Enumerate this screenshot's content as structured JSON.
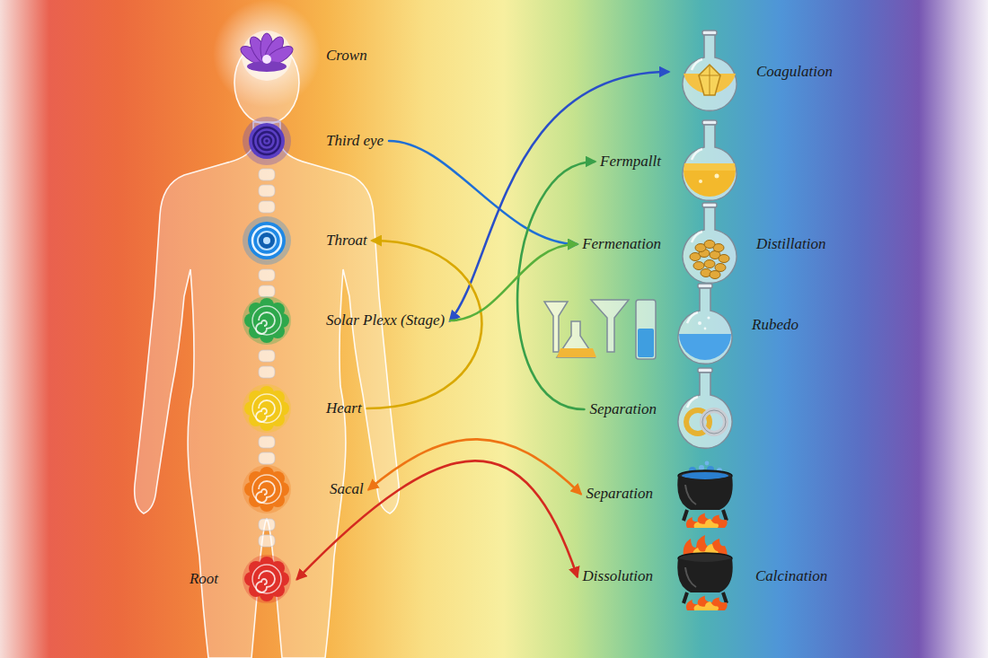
{
  "diagram": {
    "nodes": [
      {
        "text": [
          "Crown"
        ]
      },
      {
        "text": [
          "Third eye"
        ]
      },
      {
        "text": [
          "Throat"
        ]
      },
      {
        "text": [
          "Solar Plexx (Stage)"
        ]
      },
      {
        "text": [
          "Heart"
        ]
      },
      {
        "text": [
          "Sacal"
        ]
      },
      {
        "text": [
          "Root"
        ]
      },
      {
        "text": [
          "Coagulation"
        ]
      },
      {
        "text": [
          "Fermpallt"
        ]
      },
      {
        "text": [
          "Fermenation",
          "Distillation"
        ]
      },
      {
        "text": [
          "Rubedo"
        ]
      },
      {
        "text": [
          "Separation"
        ]
      },
      {
        "text": [
          "Separation"
        ]
      },
      {
        "text": [
          "Dissolution",
          "Calcination"
        ]
      }
    ],
    "edges": [
      {
        "from": 1,
        "to": 9,
        "arrow": "to"
      },
      {
        "from": 3,
        "to": 7,
        "arrow": "both"
      },
      {
        "from": 4,
        "to": 2,
        "arrow": "to"
      },
      {
        "from": 11,
        "to": 8,
        "arrow": "to"
      },
      {
        "from": 3,
        "to": 9,
        "arrow": "to"
      },
      {
        "from": 5,
        "to": 12,
        "arrow": "both"
      },
      {
        "from": 6,
        "to": 13,
        "arrow": "both"
      }
    ]
  }
}
